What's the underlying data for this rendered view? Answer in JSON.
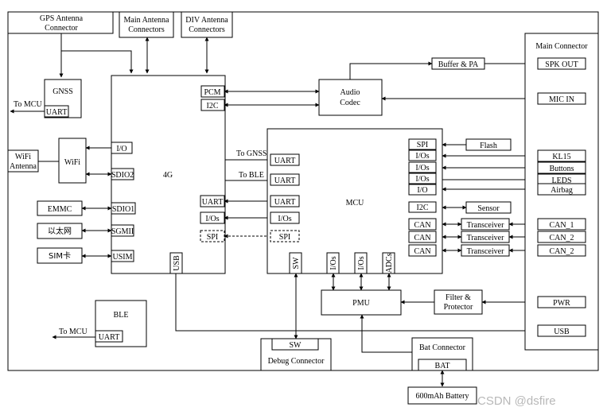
{
  "watermark": "CSDN @dsfire",
  "labels": {
    "gps_antenna": [
      "GPS Antenna",
      "Connector"
    ],
    "main_antenna": [
      "Main Antenna",
      "Connectors"
    ],
    "div_antenna": [
      "DIV Antenna",
      "Connectors"
    ],
    "main_connector": "Main Connector",
    "gnss": "GNSS",
    "uart": "UART",
    "to_mcu": "To MCU",
    "wifi_antenna": [
      "WiFi",
      "Antenna"
    ],
    "wifi": "WiFi",
    "emmc": "EMMC",
    "ethernet": "以太网",
    "sim": "SIM卡",
    "io_single": "I/O",
    "sdio2": "SDIO2",
    "sdio1": "SDIO1",
    "sgmii": "SGMII",
    "usim": "USIM",
    "module_4g": "4G",
    "pcm": "PCM",
    "i2c": "I2C",
    "ios": "I/Os",
    "spi": "SPI",
    "usb": "USB",
    "audio_codec": [
      "Audio",
      "Codec"
    ],
    "buffer_pa": "Buffer & PA",
    "spk_out": "SPK OUT",
    "mic_in": "MIC IN",
    "to_gnss": "To GNSS",
    "to_ble": "To BLE",
    "mcu": "MCU",
    "flash": "Flash",
    "kl15": "KL15",
    "buttons": "Buttons",
    "leds": "LEDS",
    "airbag": "Airbag",
    "sensor": "Sensor",
    "can": "CAN",
    "transceiver": "Transceiver",
    "can_1": "CAN_1",
    "can_2": "CAN_2",
    "sw": "SW",
    "adcs": "ADCs",
    "pmu": "PMU",
    "filter_protector": [
      "Filter &",
      "Protector"
    ],
    "pwr": "PWR",
    "ble": "BLE",
    "debug_connector": "Debug Connector",
    "bat_connector": "Bat Connector",
    "bat": "BAT",
    "battery": "600mAh Battery"
  }
}
